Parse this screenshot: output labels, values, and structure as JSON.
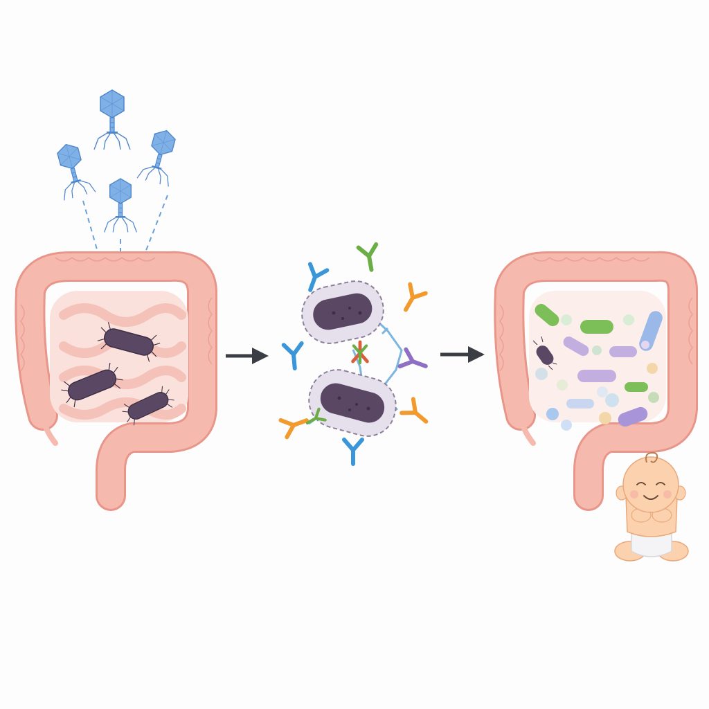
{
  "colors": {
    "background": "#fdfdfd",
    "intestine_fill": "#f6b9ae",
    "intestine_stroke": "#e8958a",
    "small_intestine": "#f8cbc3",
    "pathogen_bacteria": "#5a4763",
    "phage": "#5f95d6",
    "arrow": "#3b3d45",
    "antibody_blue": "#3a96d8",
    "antibody_green": "#6aae45",
    "antibody_orange": "#f29a2e",
    "antibody_purple": "#8f6fc4",
    "antibody_red": "#d95e3c",
    "baby_skin": "#fbd2ad",
    "diaper": "#f4f4f6"
  },
  "panels": [
    {
      "id": "infected-gut",
      "icons": [
        "bacteriophage-icon",
        "large-intestine-icon",
        "pathogenic-bacteria-icon"
      ]
    },
    {
      "id": "antibody-binding",
      "icons": [
        "coated-bacteria-icon",
        "antibody-icon"
      ]
    },
    {
      "id": "healthy-gut",
      "icons": [
        "large-intestine-icon",
        "diverse-microbiota-icon",
        "baby-icon"
      ]
    }
  ],
  "arrows": [
    "arrow-right-icon",
    "arrow-right-icon"
  ]
}
